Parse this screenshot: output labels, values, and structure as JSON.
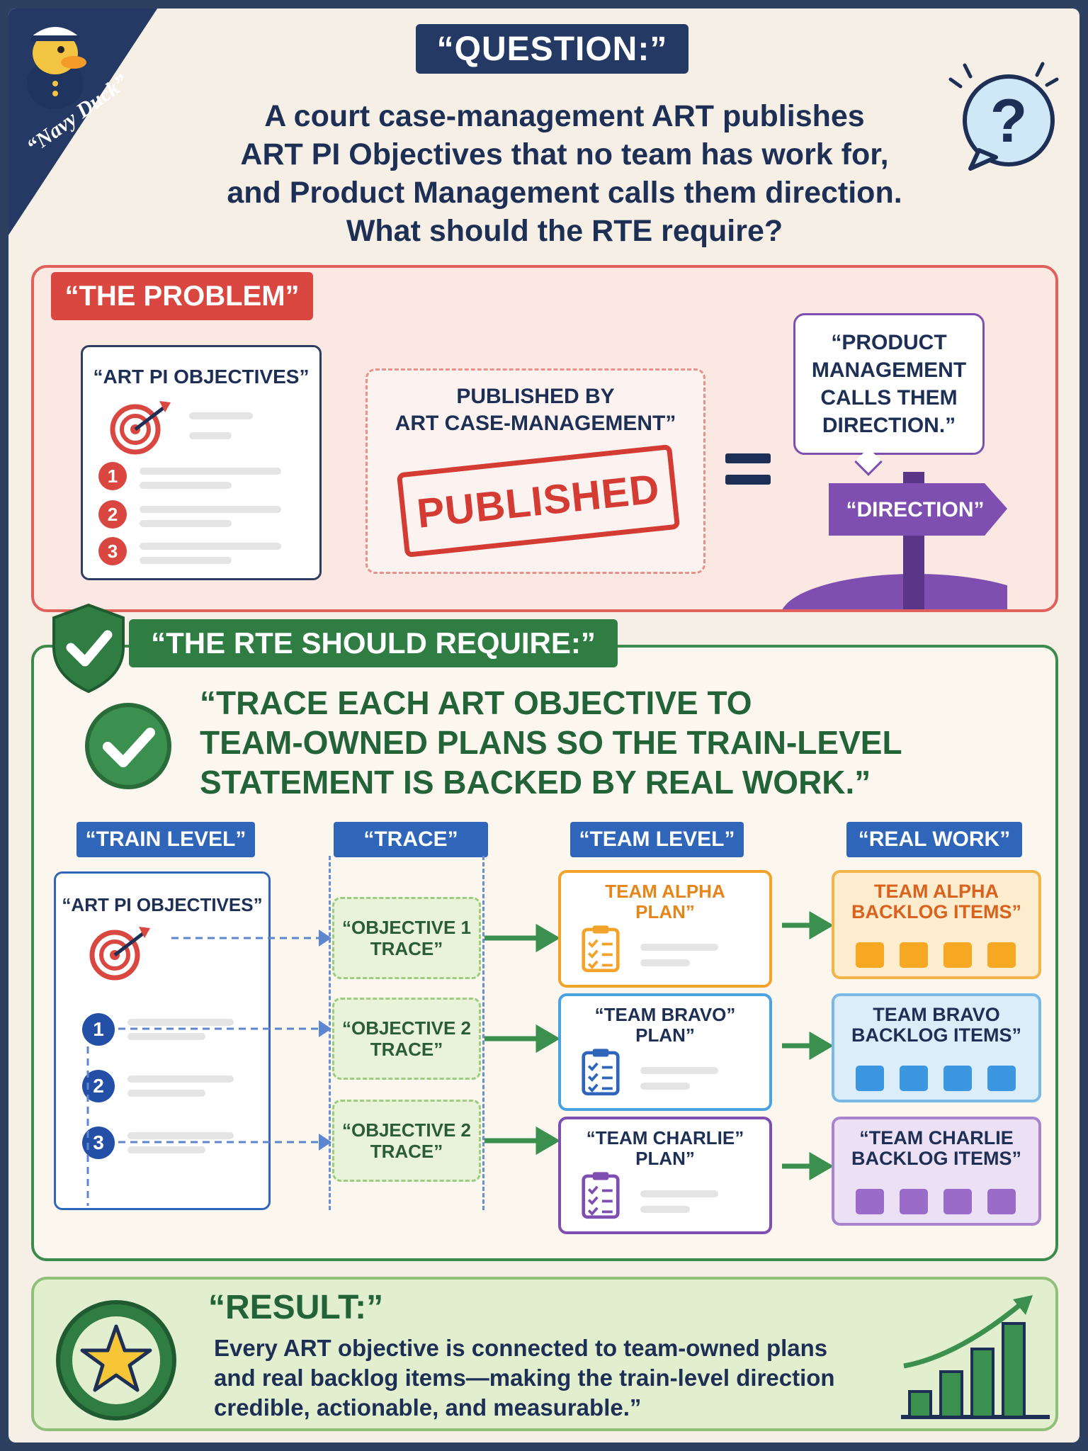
{
  "header": {
    "title": "“QUESTION:”",
    "question": "A court case-management ART publishes\nART PI Objectives that no team has work for,\nand Product Management calls them direction.\nWhat should the RTE require?",
    "brand": "“Navy Duck”"
  },
  "problem": {
    "title": "“THE PROBLEM”",
    "objectives_card": {
      "title": "“ART PI OBJECTIVES”",
      "numbers": [
        "1",
        "2",
        "3"
      ]
    },
    "published_box": {
      "caption": "PUBLISHED BY\nART CASE-MANAGEMENT”",
      "stamp": "PUBLISHED"
    },
    "pm_bubble": "“PRODUCT\nMANAGEMENT\nCALLS THEM\nDIRECTION.”",
    "sign": "“DIRECTION”"
  },
  "require": {
    "title": "“THE RTE SHOULD REQUIRE:”",
    "statement": "“TRACE EACH ART OBJECTIVE TO\nTEAM-OWNED PLANS SO THE TRAIN-LEVEL\nSTATEMENT IS BACKED BY REAL WORK.”",
    "columns": [
      "“TRAIN LEVEL”",
      "“TRACE”",
      "“TEAM LEVEL”",
      "“REAL WORK”"
    ],
    "train_card": {
      "title": "“ART PI OBJECTIVES”",
      "numbers": [
        "1",
        "2",
        "3"
      ]
    },
    "traces": [
      "“OBJECTIVE 1\nTRACE”",
      "“OBJECTIVE 2\nTRACE”",
      "“OBJECTIVE 2\nTRACE”"
    ],
    "teams": [
      "TEAM ALPHA\nPLAN”",
      "“TEAM BRAVO”\nPLAN”",
      "“TEAM CHARLIE”\nPLAN”"
    ],
    "work": [
      "TEAM ALPHA\nBACKLOG ITEMS”",
      "TEAM BRAVO\nBACKLOG ITEMS”",
      "“TEAM CHARLIE\nBACKLOG ITEMS”"
    ]
  },
  "result": {
    "title": "“RESULT:”",
    "text": "Every ART objective is connected to team-owned plans\nand real backlog items—making the train-level direction\ncredible, actionable, and measurable.”"
  },
  "colors": {
    "navy": "#1e2f56",
    "red": "#d94740",
    "green": "#2f7d43",
    "blue": "#2f66b9",
    "purple": "#7e4fb0",
    "orange": "#f3a22a",
    "light_blue": "#4aa3e0"
  },
  "icons": [
    "duck-mascot-icon",
    "question-bubble-icon",
    "target-icon",
    "direction-sign-icon",
    "shield-check-icon",
    "check-circle-icon",
    "clipboard-icon",
    "arrow-icon",
    "star-icon",
    "growth-chart-icon"
  ]
}
